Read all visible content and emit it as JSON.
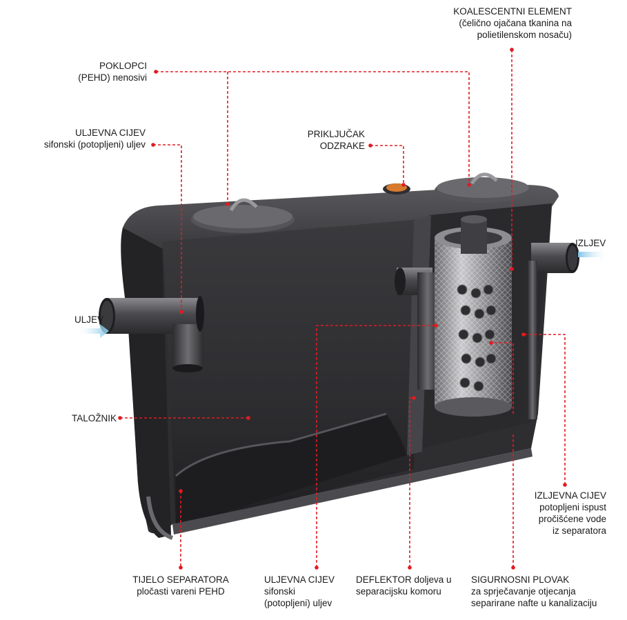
{
  "accent_color": "#e11b22",
  "flow_arrow_color": "#9fd3ec",
  "labels": {
    "koalescentni": {
      "title": "KOALESCENTNI ELEMENT",
      "line2": "(čelično ojačana tkanina na",
      "line3": "polietilenskom nosaču)"
    },
    "poklopci": {
      "title": "POKLOPCI",
      "line2": "(PEHD) nenosivi"
    },
    "uljevna_top": {
      "title": "ULJEVNA CIJEV",
      "line2": "sifonski (potopljeni) uljev"
    },
    "prikljucak": {
      "title": "PRIKLJUČAK",
      "line2": "ODZRAKE"
    },
    "izljev": {
      "title": "IZLJEV"
    },
    "uljev": {
      "title": "ULJEV"
    },
    "taloznik": {
      "title": "TALOŽNIK"
    },
    "izljevna_cijev": {
      "title": "IZLJEVNA CIJEV",
      "line2": "potopljeni ispust",
      "line3": "pročišćene vode",
      "line4": "iz separatora"
    },
    "tijelo": {
      "title": "TIJELO SEPARATORA",
      "line2": "pločasti vareni PEHD"
    },
    "uljevna_bottom": {
      "title": "ULJEVNA CIJEV",
      "line2": "sifonski",
      "line3": "(potopljeni) uljev"
    },
    "deflektor": {
      "title": "DEFLEKTOR doljeva u",
      "line2": "separacijsku komoru"
    },
    "plovak": {
      "title": "SIGURNOSNI PLOVAK",
      "line2": "za sprječavanje otjecanja",
      "line3": "separirane nafte u kanalizaciju"
    }
  }
}
